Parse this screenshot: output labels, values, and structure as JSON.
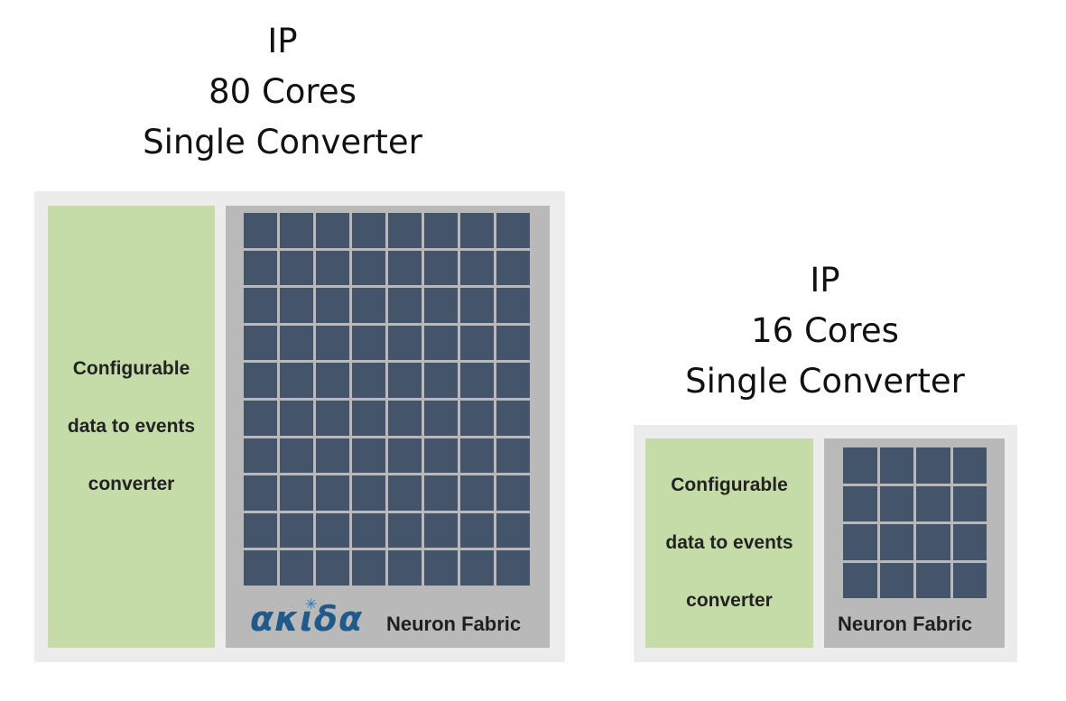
{
  "large_ip": {
    "heading": [
      "IP",
      "80 Cores",
      "Single Converter"
    ],
    "converter_lines": [
      "Configurable",
      "data to events",
      "converter"
    ],
    "core_count": 80,
    "core_columns": 8,
    "core_rows": 10,
    "logo_text": "ακιδα",
    "fabric_label": "Neuron Fabric"
  },
  "small_ip": {
    "heading": [
      "IP",
      "16 Cores",
      "Single Converter"
    ],
    "converter_lines": [
      "Configurable",
      "data to events",
      "converter"
    ],
    "core_count": 16,
    "core_columns": 4,
    "core_rows": 4,
    "fabric_label": "Neuron Fabric"
  },
  "colors": {
    "core": "#44546a",
    "fabric": "#b9b9b9",
    "converter": "#c5dca8",
    "chip_border": "#ececec",
    "logo": "#1f5a8a"
  }
}
